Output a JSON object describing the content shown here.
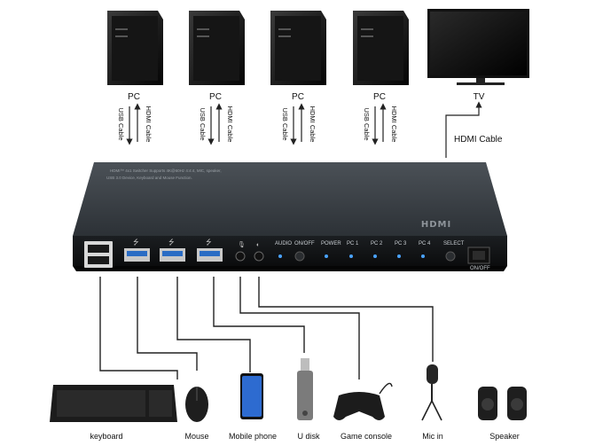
{
  "top_labels": {
    "pc1": "PC",
    "pc2": "PC",
    "pc3": "PC",
    "pc4": "PC",
    "tv": "TV"
  },
  "cable_labels": {
    "usb": "USB Cable",
    "hdmi": "HDMI Cable",
    "hdmi_out": "HDMI Cable"
  },
  "device": {
    "desc_line1": "HDMI™ 4x1 Switcher Supports 4K@60Hz 4:4:4, MIC, speaker,",
    "desc_line2": "USB 3.0 Device, Keyboard and Mouse Function.",
    "logo": "HDMI",
    "port_labels": {
      "audio": "AUDIO",
      "onoff": "ON/OFF",
      "power": "POWER",
      "pc1": "PC 1",
      "pc2": "PC 2",
      "pc3": "PC 3",
      "pc4": "PC 4",
      "select": "SELECT",
      "switch": "ON/OFF"
    }
  },
  "bottom_labels": {
    "keyboard": "keyboard",
    "mouse": "Mouse",
    "mobile": "Mobile phone",
    "udisk": "U disk",
    "console": "Game console",
    "mic": "Mic in",
    "speaker": "Speaker"
  }
}
